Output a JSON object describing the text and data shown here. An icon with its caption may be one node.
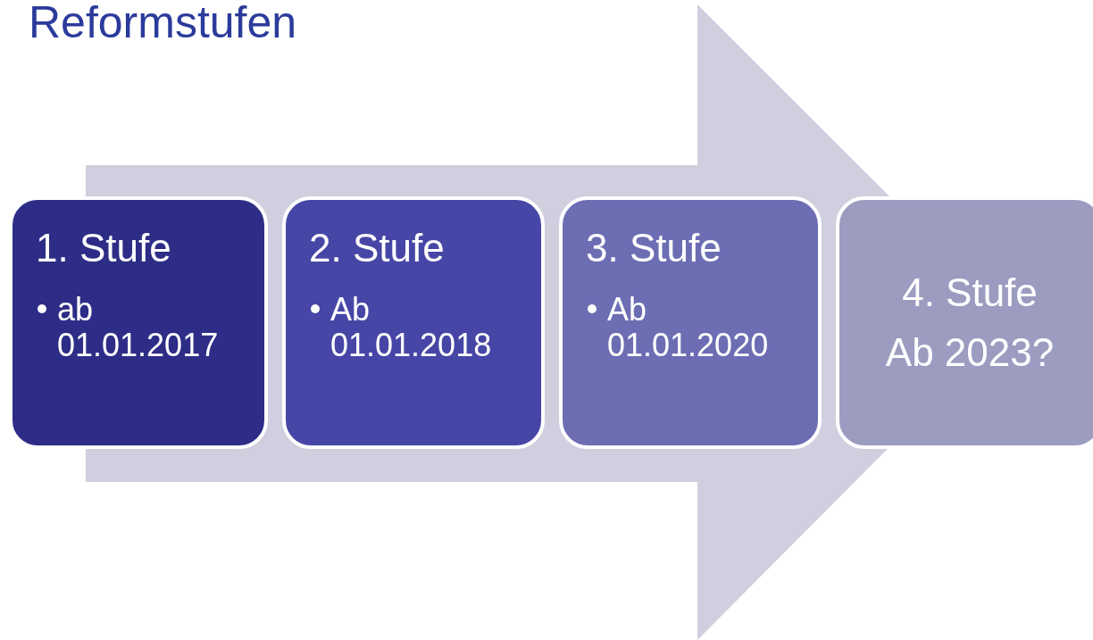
{
  "diagram": {
    "title": "Reformstufen",
    "nodes": [
      {
        "text": [
          "1. Stufe",
          "ab 01.01.2017"
        ]
      },
      {
        "text": [
          "2. Stufe",
          "Ab 01.01.2018"
        ]
      },
      {
        "text": [
          "3. Stufe",
          "Ab 01.01.2020"
        ]
      },
      {
        "text": [
          "4. Stufe",
          "Ab 2023?"
        ]
      }
    ],
    "edges": [
      {
        "from": 0,
        "to": 3,
        "arrow": "to"
      }
    ]
  }
}
